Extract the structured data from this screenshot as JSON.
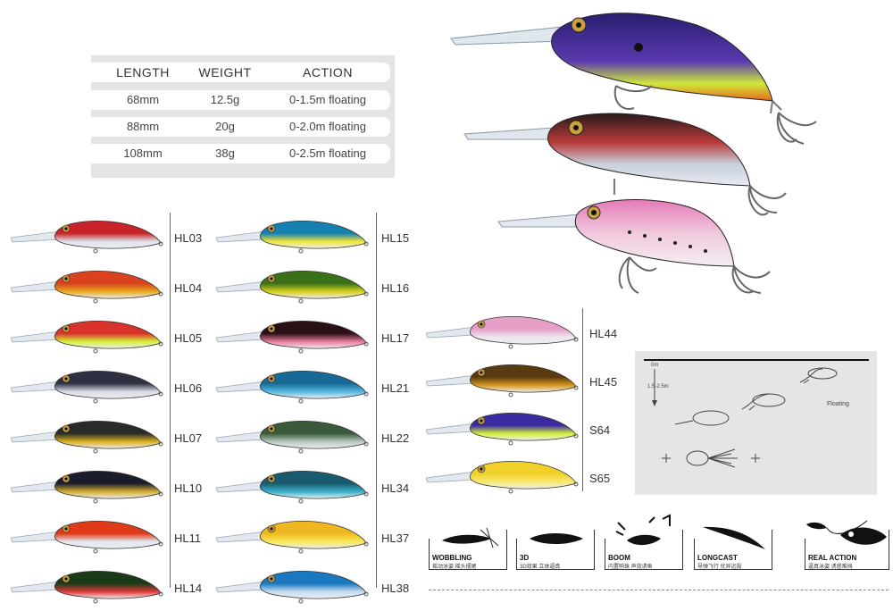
{
  "spec_table": {
    "headers": [
      "LENGTH",
      "WEIGHT",
      "ACTION"
    ],
    "rows": [
      [
        "68mm",
        "12.5g",
        "0-1.5m floating"
      ],
      [
        "88mm",
        "20g",
        "0-2.0m floating"
      ],
      [
        "108mm",
        "38g",
        "0-2.5m floating"
      ]
    ]
  },
  "lure_codes": {
    "col1": [
      "HL03",
      "HL04",
      "HL05",
      "HL06",
      "HL07",
      "HL10",
      "HL11",
      "HL14"
    ],
    "col2": [
      "HL15",
      "HL16",
      "HL17",
      "HL21",
      "HL22",
      "HL34",
      "HL37",
      "HL38"
    ],
    "col3": [
      "HL44",
      "HL45",
      "S64",
      "S65"
    ]
  },
  "diagram": {
    "depth_top": "0m",
    "depth_range": "1.5-2.5m",
    "mode": "Floating"
  },
  "features": [
    {
      "name": "WOBBLING",
      "sub": "摇动泳姿 摇头摆尾"
    },
    {
      "name": "3D",
      "sub": "3D效果 立体逼真"
    },
    {
      "name": "BOOM",
      "sub": "内置响珠 声效诱鱼"
    },
    {
      "name": "LONGCAST",
      "sub": "导弹飞行 优异远投"
    },
    {
      "name": "REAL ACTION",
      "sub": "逼真泳姿 诱惑难挡"
    }
  ],
  "colors": {
    "HL03": [
      "#c8242a",
      "#dfe3ea"
    ],
    "HL04": [
      "#d8421e",
      "#e6a81c"
    ],
    "HL05": [
      "#d8322a",
      "#d6ef3a"
    ],
    "HL06": [
      "#2d3142",
      "#d9dde6"
    ],
    "HL07": [
      "#2a2a2a",
      "#d9b020"
    ],
    "HL10": [
      "#1b1d2a",
      "#d6ad30"
    ],
    "HL11": [
      "#e03a18",
      "#e2e7ef"
    ],
    "HL14": [
      "#1b3b18",
      "#e03a3a"
    ],
    "HL15": [
      "#1580b0",
      "#f2e63a"
    ],
    "HL16": [
      "#3a7018",
      "#d8d020"
    ],
    "HL17": [
      "#2a1015",
      "#e87a9a"
    ],
    "HL21": [
      "#186a96",
      "#55b8e0"
    ],
    "HL22": [
      "#3a5a3a",
      "#b8c8c0"
    ],
    "HL34": [
      "#1a5a70",
      "#3ab0c8"
    ],
    "HL37": [
      "#f0b820",
      "#f8e858"
    ],
    "HL38": [
      "#1a78c0",
      "#c8dcf0"
    ],
    "HL44": [
      "#e6a0c8",
      "#eae6ee"
    ],
    "HL45": [
      "#5a3a10",
      "#d89a20"
    ],
    "S64": [
      "#3a2aa0",
      "#d6f03a"
    ],
    "S65": [
      "#f2d02a",
      "#f6ea70"
    ]
  }
}
